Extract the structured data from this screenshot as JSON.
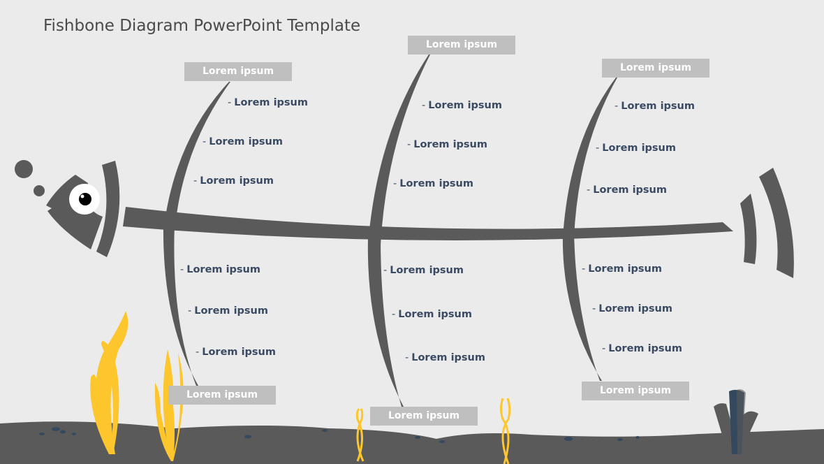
{
  "title": "Fishbone Diagram PowerPoint Template",
  "colors": {
    "background": "#ebebeb",
    "bone": "#5a5a5a",
    "label_box": "#bfbfbf",
    "label_text": "#ffffff",
    "item_text": "#3a4a63",
    "seaweed": "#fcc62c",
    "seabed": "#5a5a5a",
    "coral": "#34495e"
  },
  "categories": [
    {
      "id": "top-1",
      "label": "Lorem ipsum",
      "items": [
        "Lorem ipsum",
        "Lorem ipsum",
        "Lorem ipsum"
      ]
    },
    {
      "id": "top-2",
      "label": "Lorem ipsum",
      "items": [
        "Lorem ipsum",
        "Lorem ipsum",
        "Lorem ipsum"
      ]
    },
    {
      "id": "top-3",
      "label": "Lorem ipsum",
      "items": [
        "Lorem ipsum",
        "Lorem ipsum",
        "Lorem ipsum"
      ]
    },
    {
      "id": "bottom-1",
      "label": "Lorem ipsum",
      "items": [
        "Lorem ipsum",
        "Lorem ipsum",
        "Lorem ipsum"
      ]
    },
    {
      "id": "bottom-2",
      "label": "Lorem ipsum",
      "items": [
        "Lorem ipsum",
        "Lorem ipsum",
        "Lorem ipsum"
      ]
    },
    {
      "id": "bottom-3",
      "label": "Lorem ipsum",
      "items": [
        "Lorem ipsum",
        "Lorem ipsum",
        "Lorem ipsum"
      ]
    }
  ],
  "bullet_prefix": "-"
}
